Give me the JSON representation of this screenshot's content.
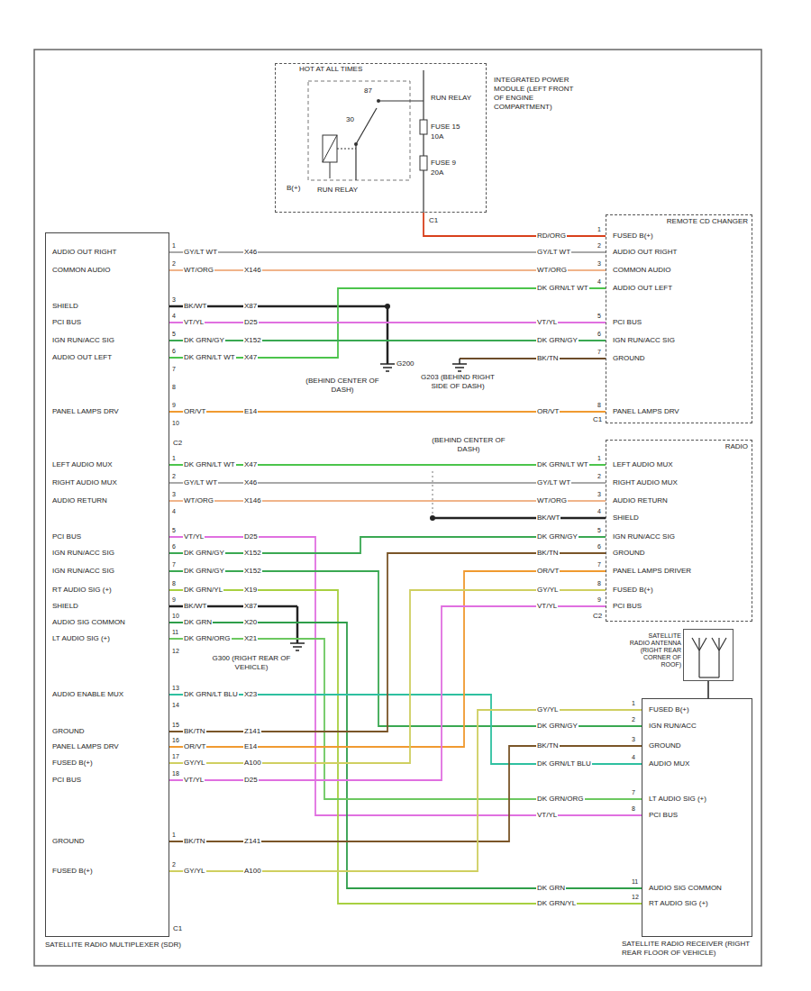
{
  "diagram": {
    "nodes": [
      {
        "text": [
          "INTEGRATED POWER MODULE (LEFT FRONT OF ENGINE COMPARTMENT)",
          "HOT AT ALL TIMES",
          "30",
          "87",
          "RUN RELAY",
          "FUSE 15",
          "10A",
          "FUSE 9",
          "20A",
          "B(+)",
          "RUN RELAY"
        ]
      },
      {
        "text": [
          "AUDIO OUT RIGHT",
          "COMMON AUDIO",
          "SHIELD",
          "PCI BUS",
          "IGN RUN/ACC SIG",
          "AUDIO OUT LEFT",
          "PANEL LAMPS DRV",
          "LEFT AUDIO MUX",
          "RIGHT AUDIO MUX",
          "AUDIO RETURN",
          "PCI BUS",
          "IGN RUN/ACC SIG",
          "IGN RUN/ACC SIG",
          "RT AUDIO SIG (+)",
          "SHIELD",
          "AUDIO SIG COMMON",
          "LT AUDIO SIG (+)",
          "AUDIO ENABLE MUX",
          "GROUND",
          "PANEL LAMPS DRV",
          "FUSED B(+)",
          "PCI BUS",
          "GROUND",
          "FUSED B(+)",
          "SATELLITE RADIO MULTIPLEXER (SDR)"
        ]
      },
      {
        "text": [
          "REMOTE CD CHANGER",
          "FUSED B(+)",
          "AUDIO OUT RIGHT",
          "COMMON AUDIO",
          "AUDIO OUT LEFT",
          "PCI BUS",
          "IGN RUN/ACC SIG",
          "GROUND",
          "PANEL LAMPS DRV"
        ]
      },
      {
        "text": [
          "RADIO",
          "LEFT AUDIO MUX",
          "RIGHT AUDIO MUX",
          "AUDIO RETURN",
          "SHIELD",
          "IGN RUN/ACC SIG",
          "GROUND",
          "PANEL LAMPS DRIVER",
          "FUSED B(+)",
          "PCI BUS"
        ]
      },
      {
        "text": [
          "SATELLITE RADIO ANTENNA (RIGHT REAR CORNER OF ROOF)"
        ]
      },
      {
        "text": [
          "FUSED B(+)",
          "IGN RUN/ACC",
          "GROUND",
          "AUDIO MUX",
          "LT AUDIO SIG (+)",
          "PCI BUS",
          "AUDIO SIG COMMON",
          "RT AUDIO SIG (+)",
          "SATELLITE RADIO RECEIVER (RIGHT REAR FLOOR OF VEHICLE)"
        ]
      }
    ],
    "edges": [
      {
        "from": 0,
        "to": 2,
        "arrow": "none"
      },
      {
        "from": 1,
        "to": 2,
        "arrow": "none"
      },
      {
        "from": 1,
        "to": 2,
        "arrow": "none"
      },
      {
        "from": 1,
        "to": 2,
        "arrow": "none"
      },
      {
        "from": 1,
        "to": 2,
        "arrow": "none"
      },
      {
        "from": 1,
        "to": 2,
        "arrow": "none"
      },
      {
        "from": 1,
        "to": 2,
        "arrow": "none"
      },
      {
        "from": 1,
        "to": 3,
        "arrow": "none"
      },
      {
        "from": 1,
        "to": 3,
        "arrow": "none"
      },
      {
        "from": 1,
        "to": 3,
        "arrow": "none"
      },
      {
        "from": 1,
        "to": 5,
        "arrow": "none"
      },
      {
        "from": 1,
        "to": 3,
        "arrow": "none"
      },
      {
        "from": 1,
        "to": 5,
        "arrow": "none"
      },
      {
        "from": 1,
        "to": 5,
        "arrow": "none"
      },
      {
        "from": 1,
        "to": 5,
        "arrow": "none"
      },
      {
        "from": 1,
        "to": 5,
        "arrow": "none"
      },
      {
        "from": 1,
        "to": 5,
        "arrow": "none"
      },
      {
        "from": 1,
        "to": 3,
        "arrow": "none"
      },
      {
        "from": 1,
        "to": 3,
        "arrow": "none"
      },
      {
        "from": 1,
        "to": 3,
        "arrow": "none"
      },
      {
        "from": 1,
        "to": 3,
        "arrow": "none"
      },
      {
        "from": 1,
        "to": 5,
        "arrow": "none"
      },
      {
        "from": 1,
        "to": 5,
        "arrow": "none"
      },
      {
        "from": 4,
        "to": 5,
        "arrow": "none"
      }
    ],
    "labels": [
      "GY/LT WT",
      "X46",
      "WT/ORG",
      "X146",
      "BK/WT",
      "X87",
      "VT/YL",
      "D25",
      "DK GRN/GY",
      "X152",
      "DK GRN/LT WT",
      "X47",
      "OR/VT",
      "E14",
      "DK GRN/LT WT",
      "X47",
      "GY/LT WT",
      "X46",
      "WT/ORG",
      "X146",
      "VT/YL",
      "D25",
      "DK GRN/GY",
      "X152",
      "DK GRN/GY",
      "X152",
      "DK GRN/YL",
      "X19",
      "BK/WT",
      "X87",
      "DK GRN",
      "X20",
      "DK GRN/ORG",
      "X21",
      "DK GRN/LT BLU",
      "X23",
      "BK/TN",
      "Z141",
      "OR/VT",
      "E14",
      "GY/YL",
      "A100",
      "VT/YL",
      "D25",
      "BK/TN",
      "Z141",
      "GY/YL",
      "A100",
      "RD/ORG",
      "GY/LT WT",
      "WT/ORG",
      "DK GRN/LT WT",
      "VT/YL",
      "DK GRN/GY",
      "BK/TN",
      "OR/VT",
      "DK GRN/LT WT",
      "GY/LT WT",
      "WT/ORG",
      "BK/WT",
      "DK GRN/GY",
      "BK/TN",
      "OR/VT",
      "GY/YL",
      "VT/YL",
      "GY/YL",
      "DK GRN/GY",
      "BK/TN",
      "DK GRN/LT BLU",
      "DK GRN/ORG",
      "VT/YL",
      "DK GRN",
      "DK GRN/YL",
      "1",
      "2",
      "3",
      "4",
      "5",
      "6",
      "7",
      "8",
      "9",
      "10",
      "1",
      "2",
      "3",
      "4",
      "5",
      "6",
      "7",
      "8",
      "9",
      "10",
      "11",
      "12",
      "13",
      "14",
      "15",
      "16",
      "17",
      "18",
      "1",
      "2",
      "1",
      "2",
      "3",
      "4",
      "5",
      "6",
      "7",
      "8",
      "1",
      "2",
      "3",
      "4",
      "5",
      "6",
      "7",
      "8",
      "9",
      "1",
      "2",
      "3",
      "4",
      "7",
      "8",
      "11",
      "12",
      "C1",
      "C1",
      "C2",
      "C2",
      "C1",
      "G200",
      "(BEHIND CENTER OF DASH)",
      "G203 (BEHIND RIGHT SIDE OF DASH)",
      "(BEHIND CENTER OF DASH)",
      "G300 (RIGHT REAR OF VEHICLE)"
    ]
  }
}
